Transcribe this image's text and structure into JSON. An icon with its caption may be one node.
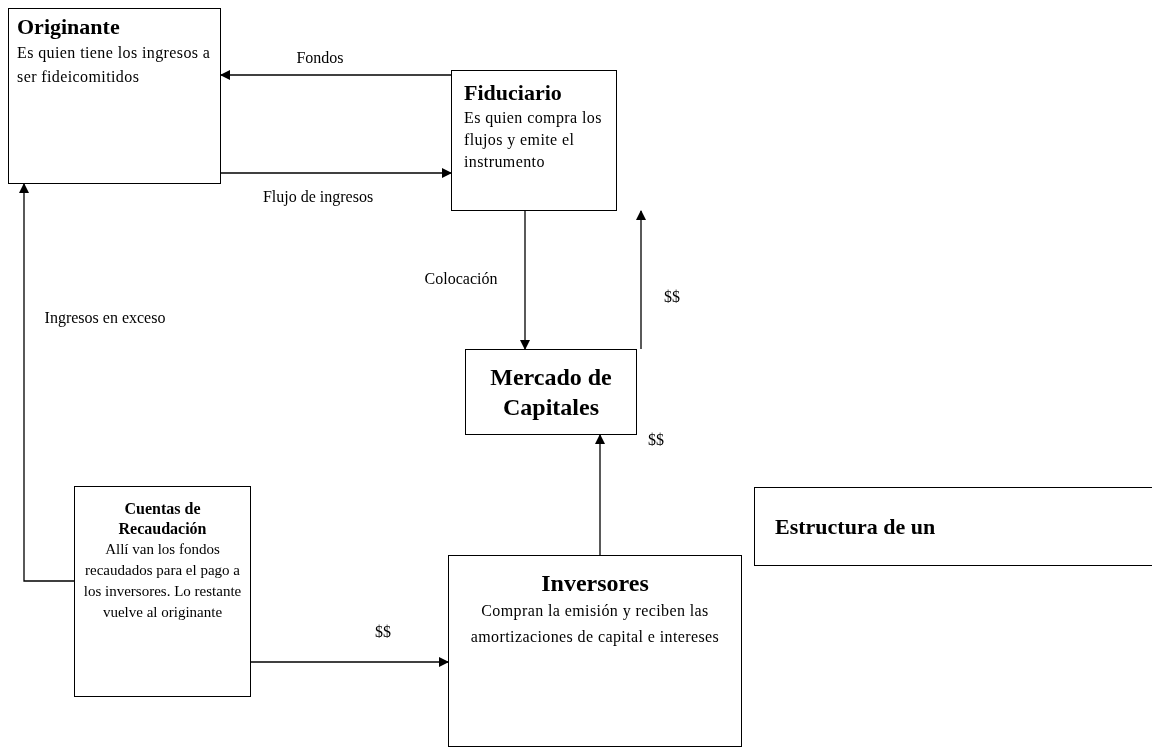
{
  "diagram": {
    "nodes": [
      {
        "text": [
          "Originante",
          "Es quien tiene los ingresos a ser fideicomitidos"
        ]
      },
      {
        "text": [
          "Fiduciario",
          "Es quien compra los flujos y emite el instrumento"
        ]
      },
      {
        "text": [
          "Mercado de Capitales"
        ]
      },
      {
        "text": [
          "Cuentas de Recaudación",
          "Allí van los fondos recaudados para el pago a los inversores. Lo restante vuelve al originante"
        ]
      },
      {
        "text": [
          "Inversores",
          "Compran la emisión y reciben las amortizaciones de capital e intereses"
        ]
      },
      {
        "text": [
          "Estructura de un"
        ]
      }
    ],
    "edges": [
      {
        "from": 1,
        "to": 0,
        "arrow": "to",
        "label": "Fondos"
      },
      {
        "from": 0,
        "to": 1,
        "arrow": "to",
        "label": "Flujo de ingresos"
      },
      {
        "from": 1,
        "to": 2,
        "arrow": "to",
        "label": "Colocación"
      },
      {
        "from": 2,
        "to": 1,
        "arrow": "to",
        "label": "$$"
      },
      {
        "from": 4,
        "to": 2,
        "arrow": "to",
        "label": "$$"
      },
      {
        "from": 3,
        "to": 4,
        "arrow": "to",
        "label": "$$"
      },
      {
        "from": 3,
        "to": 0,
        "arrow": "to",
        "label": "Ingresos en exceso"
      }
    ]
  }
}
